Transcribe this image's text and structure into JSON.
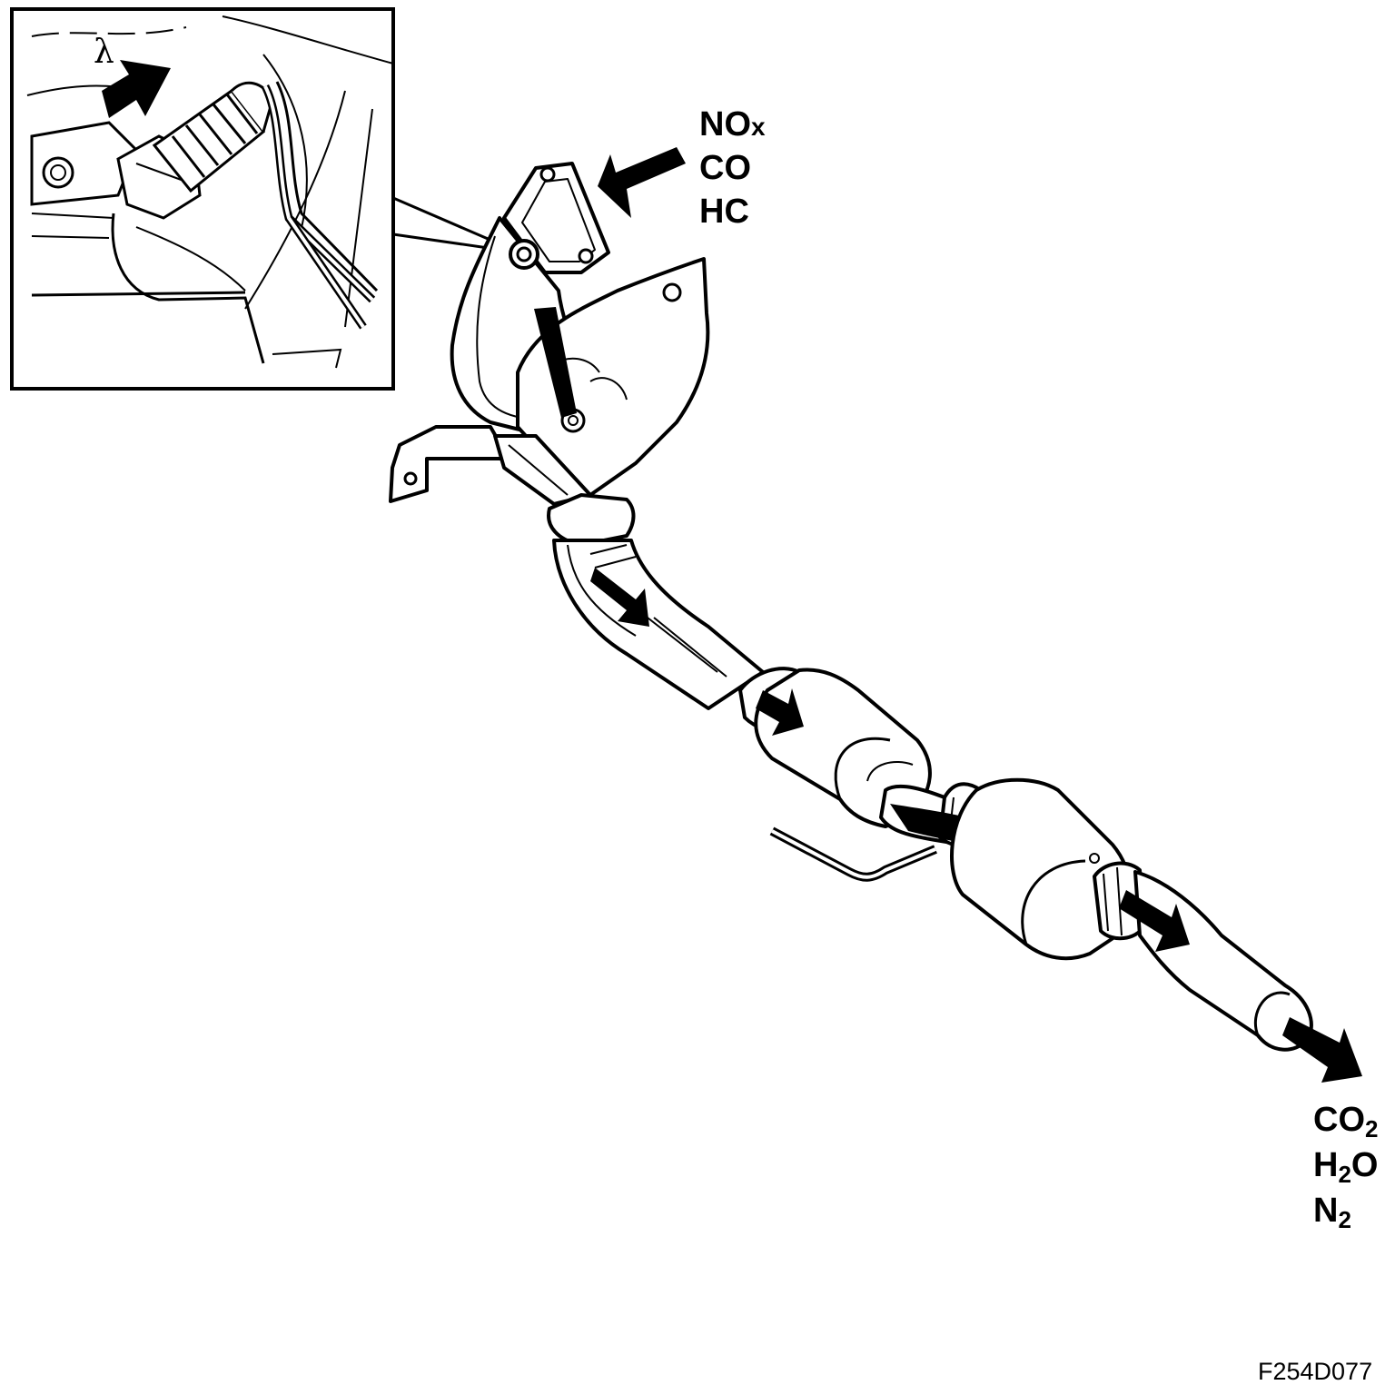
{
  "diagram": {
    "inset": {
      "sensor_symbol": "λ"
    },
    "inlet_gases": {
      "line1_main": "NO",
      "line1_sub": "x",
      "line2": "CO",
      "line3": "HC"
    },
    "outlet_gases": {
      "line1_main": "CO",
      "line1_sub": "2",
      "line2_main": "H",
      "line2_sub": "2",
      "line2_tail": "O",
      "line3_main": "N",
      "line3_sub": "2"
    },
    "figure_id": "F254D077"
  },
  "colors": {
    "ink": "#000000",
    "paper": "#ffffff"
  }
}
